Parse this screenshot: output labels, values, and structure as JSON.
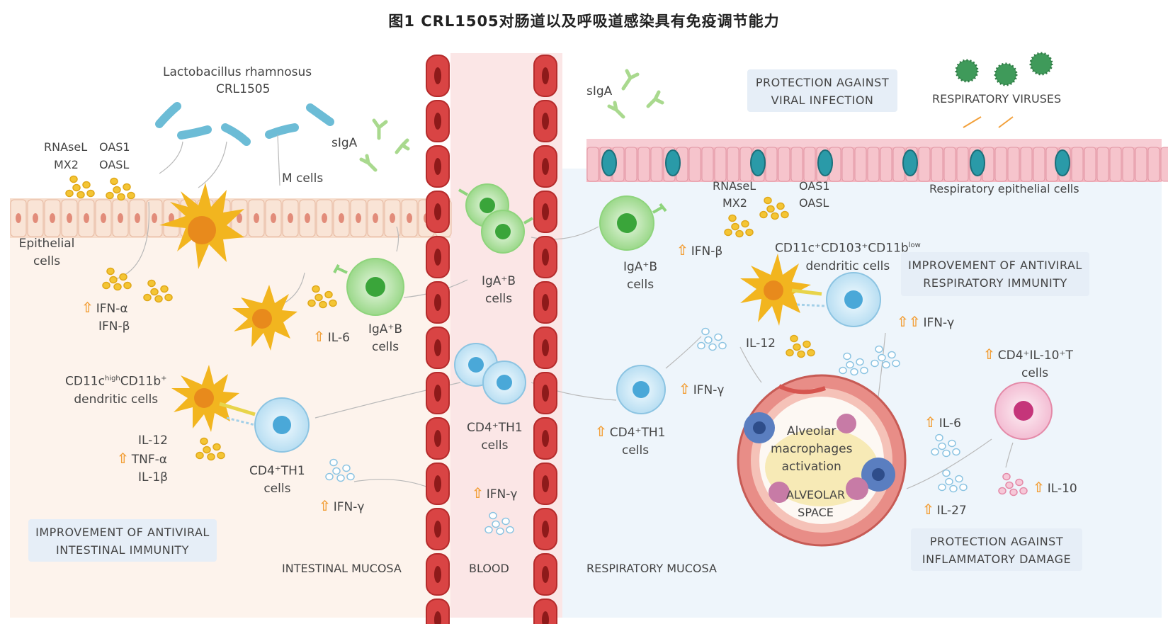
{
  "title": "图1 CRL1505对肠道以及呼吸道感染具有免疫调节能力",
  "colors": {
    "intestinal_bg": "#fdf3ec",
    "blood_bg": "#fbe6e6",
    "respiratory_bg": "#eef5fb",
    "cytokine_yellow": "#f4c534",
    "arrow_orange": "#f2a03a",
    "dendritic": "#f2b51f",
    "bcell": "#8ed47c",
    "tcell": "#8cc4e2",
    "rbc": "#d94444"
  },
  "intestinal": {
    "bacteria_name_1": "Lactobacillus rhamnosus",
    "bacteria_name_2": "CRL1505",
    "rnasel": "RNAseL",
    "oas1": "OAS1",
    "mx2": "MX2",
    "oasl": "OASL",
    "siga": "sIgA",
    "m_cells": "M cells",
    "epithelial_1": "Epithelial",
    "epithelial_2": "cells",
    "ifn_a": "IFN-α",
    "ifn_b": "IFN-β",
    "il6": "IL-6",
    "igab_1": "IgA⁺B",
    "igab_2": "cells",
    "dc_1": "CD11c",
    "dc_sup1": "high",
    "dc_2": "CD11b",
    "dc_sup2": "+",
    "dc_3": "dendritic cells",
    "il12": "IL-12",
    "tnf": "TNF-α",
    "il1b": "IL-1β",
    "cd4_1": "CD4⁺TH1",
    "cd4_2": "cells",
    "ifn_g": "IFN-γ",
    "box": [
      "IMPROVEMENT OF ANTIVIRAL",
      "INTESTINAL IMMUNITY"
    ],
    "footer": "INTESTINAL MUCOSA"
  },
  "blood": {
    "igab_1": "IgA⁺B",
    "igab_2": "cells",
    "cd4_1": "CD4⁺TH1",
    "cd4_2": "cells",
    "ifn_g": "IFN-γ",
    "footer": "BLOOD"
  },
  "respiratory": {
    "siga": "sIgA",
    "protection_viral": [
      "PROTECTION AGAINST",
      "VIRAL INFECTION"
    ],
    "viruses": "RESPIRATORY VIRUSES",
    "epithelial": "Respiratory epithelial cells",
    "rnasel": "RNAseL",
    "oas1": "OAS1",
    "mx2": "MX2",
    "oasl": "OASL",
    "ifn_b": "IFN-β",
    "igab_1": "IgA⁺B",
    "igab_2": "cells",
    "dc_1": "CD11c⁺CD103⁺CD11b",
    "dc_sup": "low",
    "dc_2": "dendritic cells",
    "improvement_box": [
      "IMPROVEMENT OF ANTIVIRAL",
      "RESPIRATORY IMMUNITY"
    ],
    "ifn_g_dc": "IFN-γ",
    "il12": "IL-12",
    "ifn_g": "IFN-γ",
    "cd4_1": "CD4⁺TH1",
    "cd4_2": "cells",
    "alveolar_1": "Alveolar",
    "alveolar_2": "macrophages",
    "alveolar_3": "activation",
    "space_1": "ALVEOLAR",
    "space_2": "SPACE",
    "treg_1": "CD4⁺IL-10⁺T",
    "treg_2": "cells",
    "il6": "IL-6",
    "il27": "IL-27",
    "il10": "IL-10",
    "protection_inflam": [
      "PROTECTION AGAINST",
      "INFLAMMATORY DAMAGE"
    ],
    "footer": "RESPIRATORY MUCOSA"
  }
}
